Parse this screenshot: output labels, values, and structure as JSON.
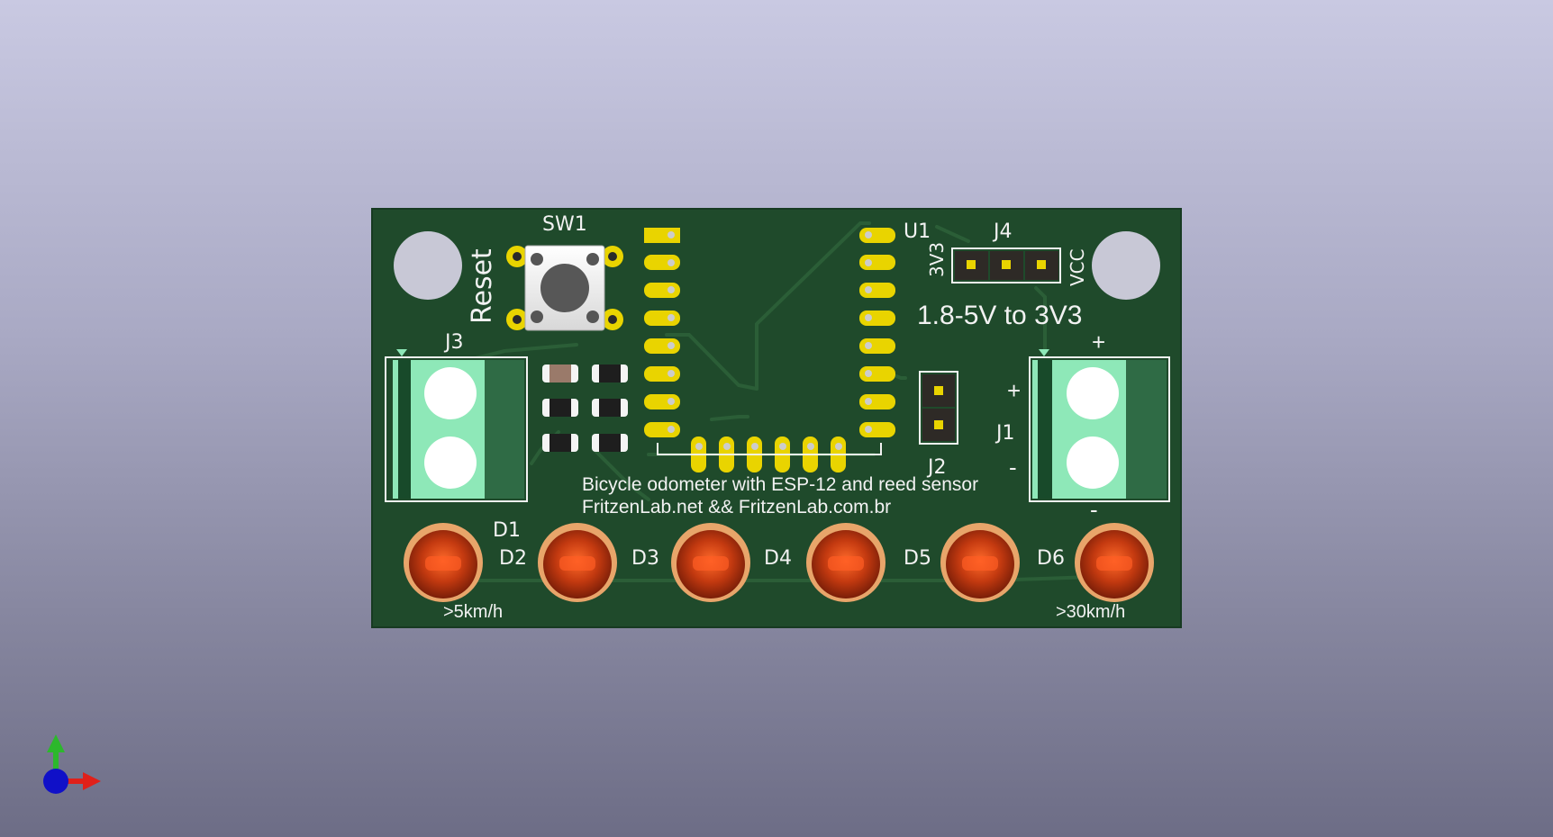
{
  "board": {
    "refs": {
      "sw1": "SW1",
      "u1": "U1",
      "j1": "J1",
      "j2": "J2",
      "j3": "J3",
      "j4": "J4",
      "d1": "D1",
      "d2": "D2",
      "d3": "D3",
      "d4": "D4",
      "d5": "D5",
      "d6": "D6"
    },
    "labels": {
      "reset": "Reset",
      "j4_left": "3V3",
      "j4_right": "VCC",
      "regulator": "1.8-5V to 3V3",
      "j3_plus": "+",
      "j1_plus": "+",
      "j1_minus": "-",
      "j3_minus": "-",
      "title_line1": "Bicycle odometer with ESP-12 and reed sensor",
      "title_line2": "FritzenLab.net && FritzenLab.com.br",
      "speed_low": ">5km/h",
      "speed_high": ">30km/h"
    }
  },
  "colors": {
    "pcb": "#1f4a2b",
    "pad_gold": "#e9d400",
    "led_red": "#c43a10",
    "led_ring": "#e8a56a",
    "terminal_green": "#8ee8b8",
    "axis_x": "#e0201a",
    "axis_y": "#2cb82c",
    "axis_z": "#1010c8"
  },
  "axis_icon": "xyz-axis-gizmo-icon"
}
